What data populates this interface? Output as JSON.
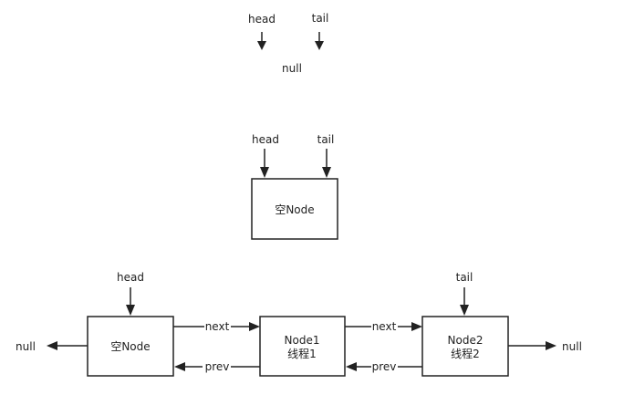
{
  "state_empty": {
    "head_label": "head",
    "tail_label": "tail",
    "null_label": "null"
  },
  "state_init": {
    "head_label": "head",
    "tail_label": "tail",
    "node_label": "空Node"
  },
  "state_full": {
    "head_label": "head",
    "tail_label": "tail",
    "left_null": "null",
    "right_null": "null",
    "node0_label": "空Node",
    "node1_line1": "Node1",
    "node1_line2": "线程1",
    "node2_line1": "Node2",
    "node2_line2": "线程2",
    "next_label_1": "next",
    "next_label_2": "next",
    "prev_label_1": "prev",
    "prev_label_2": "prev"
  },
  "colors": {
    "stroke": "#222222",
    "background": "#ffffff"
  }
}
